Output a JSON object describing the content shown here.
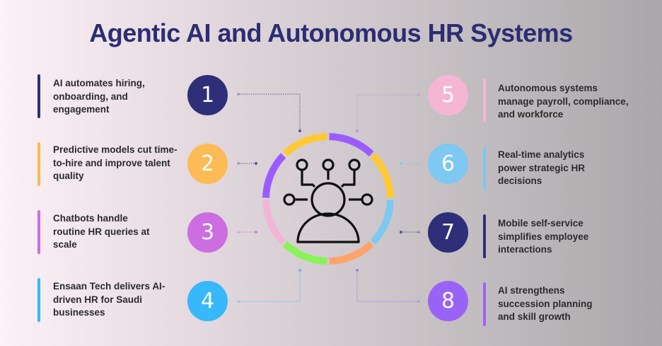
{
  "title": "Agentic AI and Autonomous HR Systems",
  "center": {
    "icon": "person-network-icon"
  },
  "ring_segments": [
    {
      "color": "#9b5cff",
      "position": "top-right"
    },
    {
      "color": "#ffc933",
      "position": "right-top"
    },
    {
      "color": "#7cc9f2",
      "position": "right-bottom"
    },
    {
      "color": "#ffa36c",
      "position": "bottom-right"
    },
    {
      "color": "#89f35a",
      "position": "bottom-left"
    },
    {
      "color": "#f3b5d6",
      "position": "left-bottom"
    },
    {
      "color": "#9b5cff",
      "position": "left-top"
    },
    {
      "color": "#ffc933",
      "position": "top-left"
    }
  ],
  "left_items": [
    {
      "number": "1",
      "text": "AI automates hiring, onboarding, and engagement",
      "color": "#2e2f78"
    },
    {
      "number": "2",
      "text": "Predictive models cut time-to-hire and improve talent quality",
      "color": "#fdbb55"
    },
    {
      "number": "3",
      "text": "Chatbots handle routine HR queries at scale",
      "color": "#cc6ee2"
    },
    {
      "number": "4",
      "text": "Ensaan Tech delivers AI-driven HR for Saudi businesses",
      "color": "#36b8fb"
    }
  ],
  "right_items": [
    {
      "number": "5",
      "text": "Autonomous systems manage payroll, compliance, and workforce",
      "color": "#f5b6d4"
    },
    {
      "number": "6",
      "text": "Real-time analytics power strategic HR decisions",
      "color": "#7ec8f2"
    },
    {
      "number": "7",
      "text": "Mobile self-service simplifies employee interactions",
      "color": "#2e2f78"
    },
    {
      "number": "8",
      "text": "AI strengthens succession planning and skill growth",
      "color": "#9a63f8"
    }
  ]
}
